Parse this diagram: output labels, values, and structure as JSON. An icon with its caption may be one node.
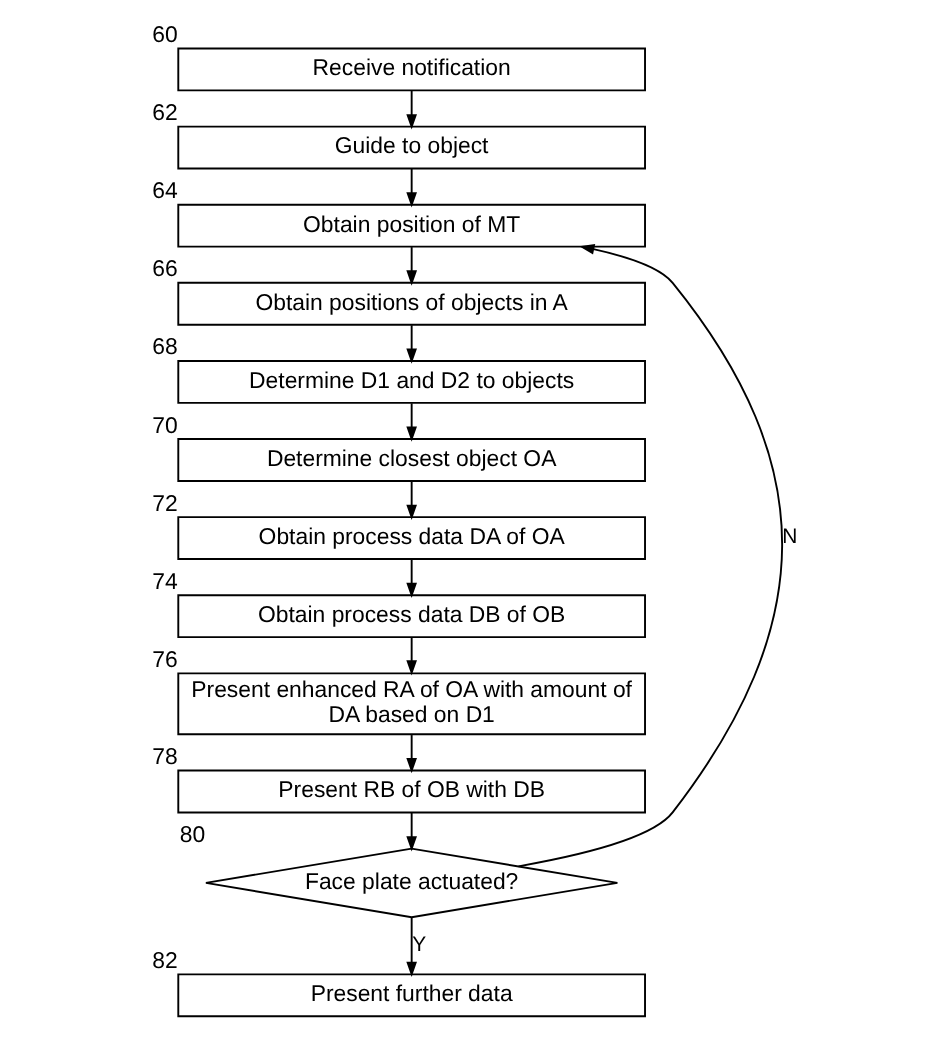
{
  "diagram": {
    "nodes": [
      {
        "text": [
          "Receive notification"
        ],
        "beside": [
          "60"
        ]
      },
      {
        "text": [
          "Guide to object"
        ],
        "beside": [
          "62"
        ]
      },
      {
        "text": [
          "Obtain position of MT"
        ],
        "beside": [
          "64"
        ]
      },
      {
        "text": [
          "Obtain positions of objects in A"
        ],
        "beside": [
          "66"
        ]
      },
      {
        "text": [
          "Determine D1 and D2 to objects"
        ],
        "beside": [
          "68"
        ]
      },
      {
        "text": [
          "Determine closest object OA"
        ],
        "beside": [
          "70"
        ]
      },
      {
        "text": [
          "Obtain process data DA of OA"
        ],
        "beside": [
          "72"
        ]
      },
      {
        "text": [
          "Obtain process data DB of OB"
        ],
        "beside": [
          "74"
        ]
      },
      {
        "text": [
          "Present enhanced RA of OA with amount of DA based on D1"
        ],
        "beside": [
          "76"
        ]
      },
      {
        "text": [
          "Present RB of OB with DB"
        ],
        "beside": [
          "78"
        ]
      },
      {
        "text": [
          "Face plate actuated?"
        ],
        "beside": [
          "80"
        ]
      },
      {
        "text": [
          "Present further data"
        ],
        "beside": [
          "82"
        ]
      }
    ],
    "edges": [
      {
        "from": 0,
        "to": 1,
        "arrow": "to"
      },
      {
        "from": 1,
        "to": 2,
        "arrow": "to"
      },
      {
        "from": 2,
        "to": 3,
        "arrow": "to"
      },
      {
        "from": 3,
        "to": 4,
        "arrow": "to"
      },
      {
        "from": 4,
        "to": 5,
        "arrow": "to"
      },
      {
        "from": 5,
        "to": 6,
        "arrow": "to"
      },
      {
        "from": 6,
        "to": 7,
        "arrow": "to"
      },
      {
        "from": 7,
        "to": 8,
        "arrow": "to"
      },
      {
        "from": 8,
        "to": 9,
        "arrow": "to"
      },
      {
        "from": 9,
        "to": 10,
        "arrow": "to"
      },
      {
        "from": 10,
        "to": 11,
        "label": "Y",
        "arrow": "to"
      },
      {
        "from": 10,
        "to": 2,
        "label": "N",
        "arrow": "to"
      }
    ]
  }
}
